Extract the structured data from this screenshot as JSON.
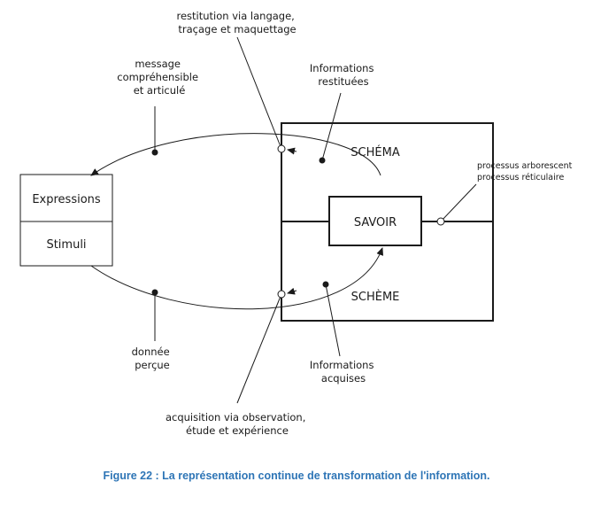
{
  "diagram": {
    "left_box": {
      "top": "Expressions",
      "bottom": "Stimuli"
    },
    "right_box": {
      "top": "SCHÉMA",
      "center": "SAVOIR",
      "bottom": "SCHÈME"
    },
    "labels": {
      "restitution": [
        "restitution via langage,",
        "traçage et maquettage"
      ],
      "message": [
        "message",
        "compréhensible",
        "et articulé"
      ],
      "info_restituees": [
        "Informations",
        "restituées"
      ],
      "processus": [
        "processus arborescent",
        "processus réticulaire"
      ],
      "donnee": [
        "donnée",
        "perçue"
      ],
      "info_acquises": [
        "Informations",
        "acquises"
      ],
      "acquisition": [
        "acquisition via observation,",
        "étude et expérience"
      ]
    }
  },
  "caption": "Figure 22 : La représentation continue de transformation de l'information.",
  "colors": {
    "caption": "#2e75b6",
    "stroke": "#1a1a1a"
  }
}
